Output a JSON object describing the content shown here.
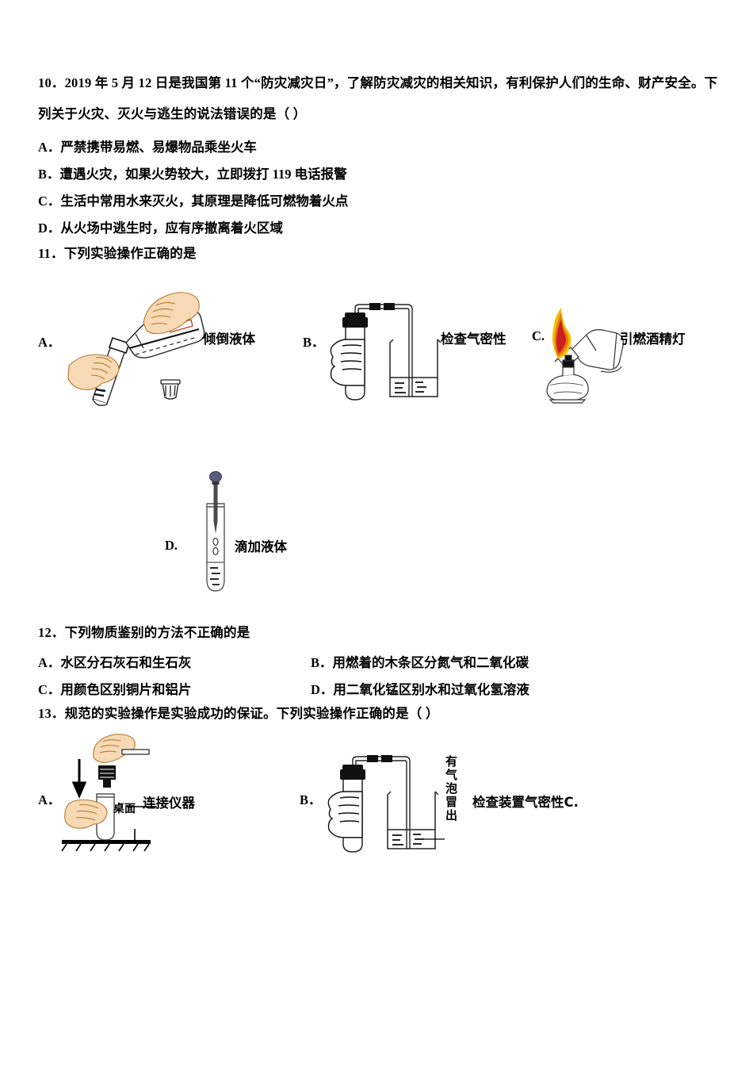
{
  "document": {
    "type": "exam-paper-page",
    "language": "zh-CN",
    "subject_hint": "chemistry"
  },
  "questions": [
    {
      "number": "10",
      "stem_line1": "10．2019 年 5 月 12 日是我国第 11 个“防灾减灾日”，了解防灾减灾的相关知识，有利保护人们的生命、财产安全。下",
      "stem_line2": "列关于火灾、灭火与逃生的说法错误的是（      ）",
      "options": [
        "A．严禁携带易燃、易爆物品乘坐火车",
        "B．遭遇火灾，如果火势较大，立即拨打 119 电话报警",
        "C．生活中常用水来灭火，其原理是降低可燃物着火点",
        "D．从火场中逃生时，应有序撤离着火区域"
      ]
    },
    {
      "number": "11",
      "stem": "11．下列实验操作正确的是",
      "figure_options": [
        {
          "letter": "A．",
          "caption": "倾倒液体",
          "figure": "pouring-liquid"
        },
        {
          "letter": "B．",
          "caption": "检查气密性",
          "figure": "gas-tightness-test"
        },
        {
          "letter": "C.",
          "caption": "引燃酒精灯",
          "figure": "lighting-alcohol-lamp"
        },
        {
          "letter": "D.",
          "caption": "滴加液体",
          "figure": "adding-liquid-dropper"
        }
      ]
    },
    {
      "number": "12",
      "stem": "12．下列物质鉴别的方法不正确的是",
      "options": [
        "A．水区分石灰石和生石灰",
        "B．用燃着的木条区分氮气和二氧化碳",
        "C．用颜色区别铜片和铝片",
        "D．用二氧化锰区别水和过氧化氢溶液"
      ]
    },
    {
      "number": "13",
      "stem": "13．规范的实验操作是实验成功的保证。下列实验操作正确的是（   ）",
      "figure_options": [
        {
          "letter": "A．",
          "caption": "连接仪器",
          "figure": "connecting-apparatus",
          "inline_label": "桌面"
        },
        {
          "letter": "B．",
          "caption": "检查装置气密性C.",
          "figure": "gas-tightness-test-2",
          "vertical_label": "有气泡冒出"
        }
      ]
    }
  ],
  "colors": {
    "ink": "#000000",
    "paper": "#ffffff",
    "skin": "#f7d9b5",
    "skin_line": "#b5792f",
    "flame_yellow": "#f2c200",
    "flame_orange": "#e87a12",
    "flame_red": "#cc1f1f",
    "dropper_bulb": "#5b5b7a",
    "glass_line": "#3a3a3a"
  }
}
